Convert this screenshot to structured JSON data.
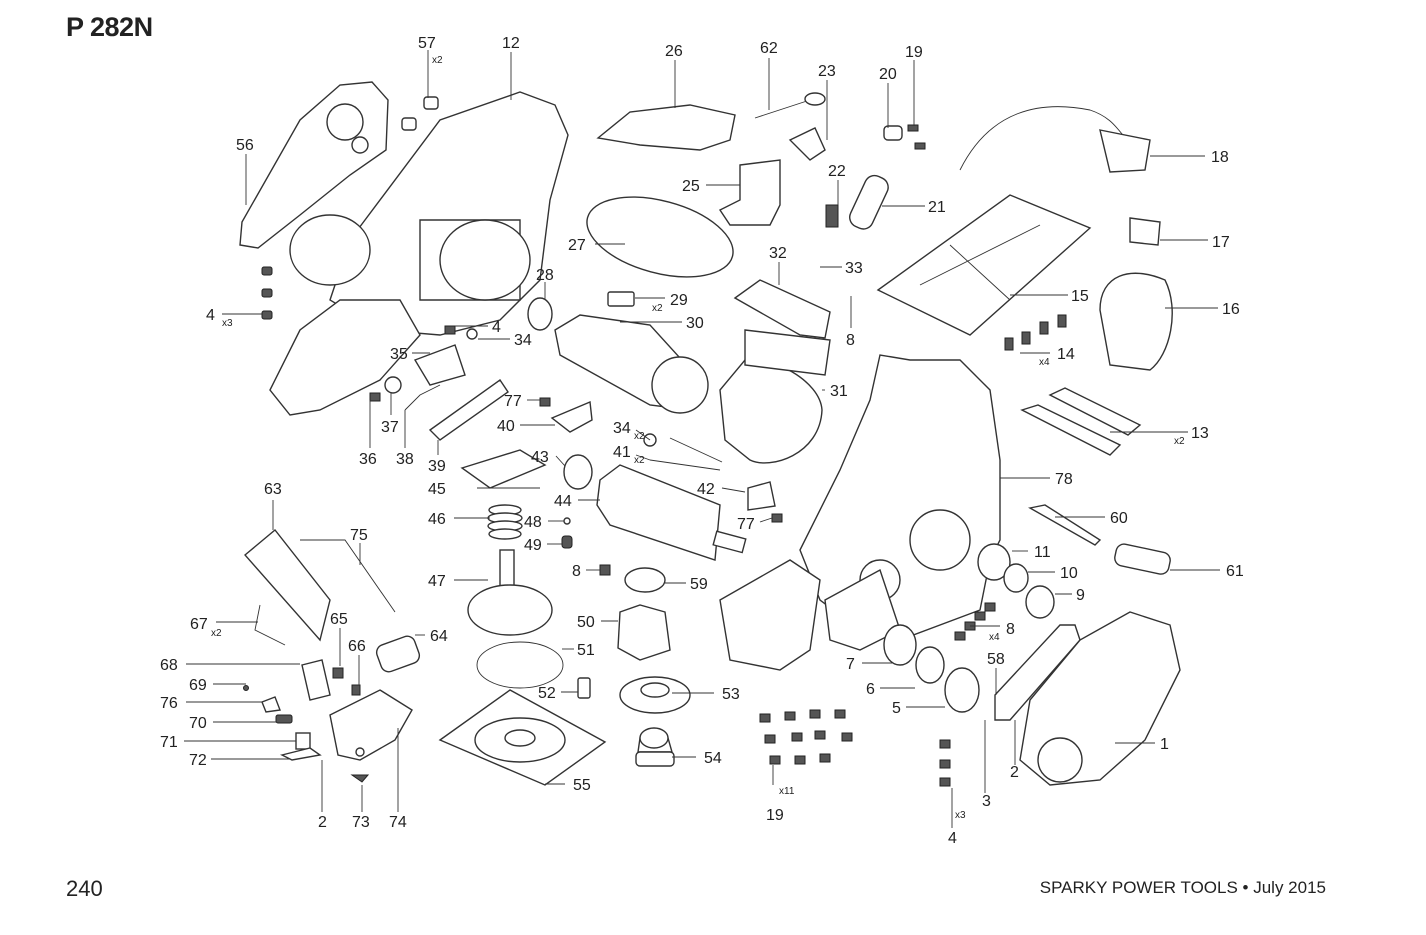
{
  "header": {
    "title": "P 282N"
  },
  "footer": {
    "page_number": "240",
    "brand_date": "SPARKY POWER TOOLS • July 2015"
  },
  "callouts": [
    {
      "n": "57",
      "q": "x2"
    },
    {
      "n": "12"
    },
    {
      "n": "26"
    },
    {
      "n": "62"
    },
    {
      "n": "23"
    },
    {
      "n": "20"
    },
    {
      "n": "19"
    },
    {
      "n": "56"
    },
    {
      "n": "18"
    },
    {
      "n": "25"
    },
    {
      "n": "22"
    },
    {
      "n": "21"
    },
    {
      "n": "17"
    },
    {
      "n": "27"
    },
    {
      "n": "28"
    },
    {
      "n": "32"
    },
    {
      "n": "33"
    },
    {
      "n": "15"
    },
    {
      "n": "16"
    },
    {
      "n": "4",
      "q": "x3"
    },
    {
      "n": "4"
    },
    {
      "n": "29",
      "q": "x2"
    },
    {
      "n": "30"
    },
    {
      "n": "8"
    },
    {
      "n": "34"
    },
    {
      "n": "35"
    },
    {
      "n": "14",
      "q": "x4"
    },
    {
      "n": "31"
    },
    {
      "n": "77"
    },
    {
      "n": "40"
    },
    {
      "n": "34",
      "q": "x2"
    },
    {
      "n": "13",
      "q": "x2"
    },
    {
      "n": "36"
    },
    {
      "n": "37"
    },
    {
      "n": "38"
    },
    {
      "n": "39"
    },
    {
      "n": "43"
    },
    {
      "n": "41",
      "q": "x2"
    },
    {
      "n": "42"
    },
    {
      "n": "45"
    },
    {
      "n": "44"
    },
    {
      "n": "78"
    },
    {
      "n": "63"
    },
    {
      "n": "46"
    },
    {
      "n": "48"
    },
    {
      "n": "77"
    },
    {
      "n": "60"
    },
    {
      "n": "75"
    },
    {
      "n": "49"
    },
    {
      "n": "11"
    },
    {
      "n": "61"
    },
    {
      "n": "8"
    },
    {
      "n": "59"
    },
    {
      "n": "10"
    },
    {
      "n": "47"
    },
    {
      "n": "9"
    },
    {
      "n": "67",
      "q": "x2"
    },
    {
      "n": "65"
    },
    {
      "n": "64"
    },
    {
      "n": "50"
    },
    {
      "n": "8",
      "q": "x4"
    },
    {
      "n": "66"
    },
    {
      "n": "51"
    },
    {
      "n": "58"
    },
    {
      "n": "68"
    },
    {
      "n": "7"
    },
    {
      "n": "69"
    },
    {
      "n": "52"
    },
    {
      "n": "53"
    },
    {
      "n": "6"
    },
    {
      "n": "76"
    },
    {
      "n": "5"
    },
    {
      "n": "70"
    },
    {
      "n": "1"
    },
    {
      "n": "71"
    },
    {
      "n": "72"
    },
    {
      "n": "54"
    },
    {
      "n": "2"
    },
    {
      "n": "55"
    },
    {
      "n": "3"
    },
    {
      "n": "19",
      "q": "x11"
    },
    {
      "n": "2"
    },
    {
      "n": "73"
    },
    {
      "n": "74"
    },
    {
      "n": "4",
      "q": "x3"
    }
  ]
}
